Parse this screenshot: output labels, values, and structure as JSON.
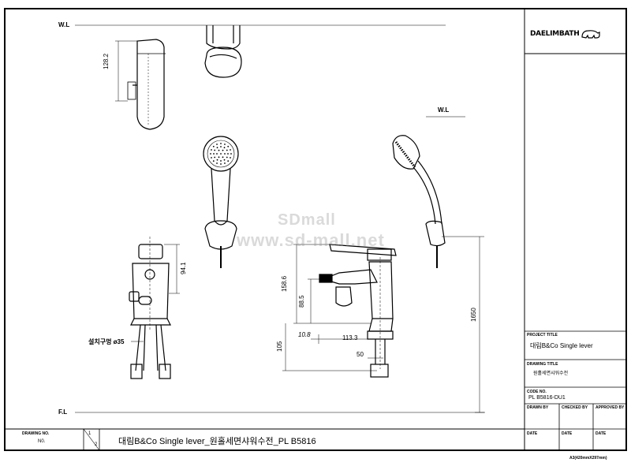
{
  "brand": {
    "logo_text": "DAELIMBATH"
  },
  "levels": {
    "water_line": "W.L",
    "floor_line": "F.L"
  },
  "dimensions": {
    "head_height": "128.2",
    "body_height": "94.1",
    "height_158": "158.6",
    "height_88": "88.5",
    "height_105": "105",
    "offset_10": "10.8",
    "reach_113": "113.3",
    "width_50": "50",
    "total_1650": "1650",
    "install_hole": "설치구멍 ø35"
  },
  "watermark": {
    "line1": "SDmall",
    "line2": "www.sd-mall.net"
  },
  "title_block": {
    "project_title_label": "PROJECT TITLE",
    "project_title": "대림B&Co  Single lever",
    "drawing_title_label": "DRAWING TITLE",
    "drawing_title": "원홀세면샤워수전",
    "code_label": "CODE NO.",
    "code": "PL  B5816-DU1",
    "drawn_by": "DRAWN BY",
    "checked_by": "CHECKED BY",
    "approved_by": "APPROVED BY",
    "date": "DATE"
  },
  "footer": {
    "drawing_no_label": "DRAWING NO.",
    "drawing_no": "N0.",
    "sheet_top": "1",
    "sheet_bottom": "2",
    "main_title": "대림B&Co  Single lever_원홀세면샤워수전_PL  B5816",
    "paper_size": "A3(420mmX297mm)"
  }
}
